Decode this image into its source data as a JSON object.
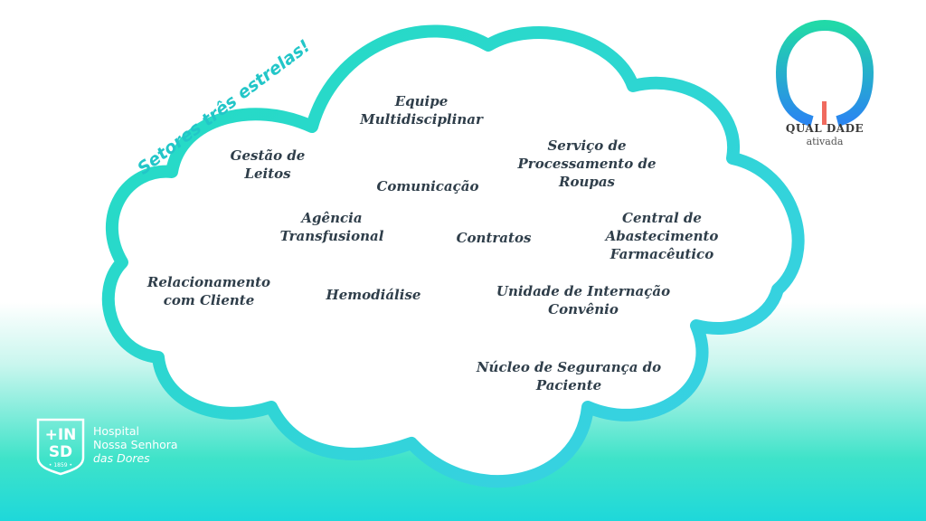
{
  "slogan": "Setores três estrelas!",
  "sectors": [
    "Equipe\nMultidisciplinar",
    "Gestão de\nLeitos",
    "Serviço de\nProcessamento de\nRoupas",
    "Comunicação",
    "Agência\nTransfusional",
    "Contratos",
    "Central de\nAbastecimento\nFarmacêutico",
    "Relacionamento\ncom Cliente",
    "Hemodiálise",
    "Unidade de Internação\nConvênio",
    "Núcleo de Segurança do\nPaciente"
  ],
  "quality_logo": {
    "title": "QUAL DADE",
    "subtitle": "ativada"
  },
  "hospital_logo": {
    "mark": "+INSD",
    "year": "• 1859 •",
    "lines": [
      "Hospital",
      "Nossa Senhora",
      "das Dores"
    ]
  },
  "colors": {
    "cloud_stroke": "#22d6c8",
    "text": "#2f3e4a",
    "accent": "#22c6c8"
  }
}
